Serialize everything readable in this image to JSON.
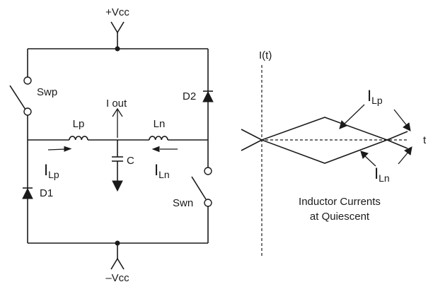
{
  "circuit": {
    "supply_pos": "+Vcc",
    "supply_neg": "–Vcc",
    "switch_top": "Swp",
    "switch_bottom": "Swn",
    "diode_top": "D2",
    "diode_bottom": "D1",
    "inductor_p": "Lp",
    "inductor_n": "Ln",
    "output_current": "I out",
    "capacitor": "C",
    "current_p": {
      "main": "I",
      "sub": "Lp"
    },
    "current_n": {
      "main": "I",
      "sub": "Ln"
    }
  },
  "waveform": {
    "y_axis_label": "I(t)",
    "x_axis_label": "t",
    "upper_label": {
      "main": "I",
      "sub": "Lp"
    },
    "lower_label": {
      "main": "I",
      "sub": "Ln"
    },
    "caption_line1": "Inductor Currents",
    "caption_line2": "at Quiescent"
  }
}
